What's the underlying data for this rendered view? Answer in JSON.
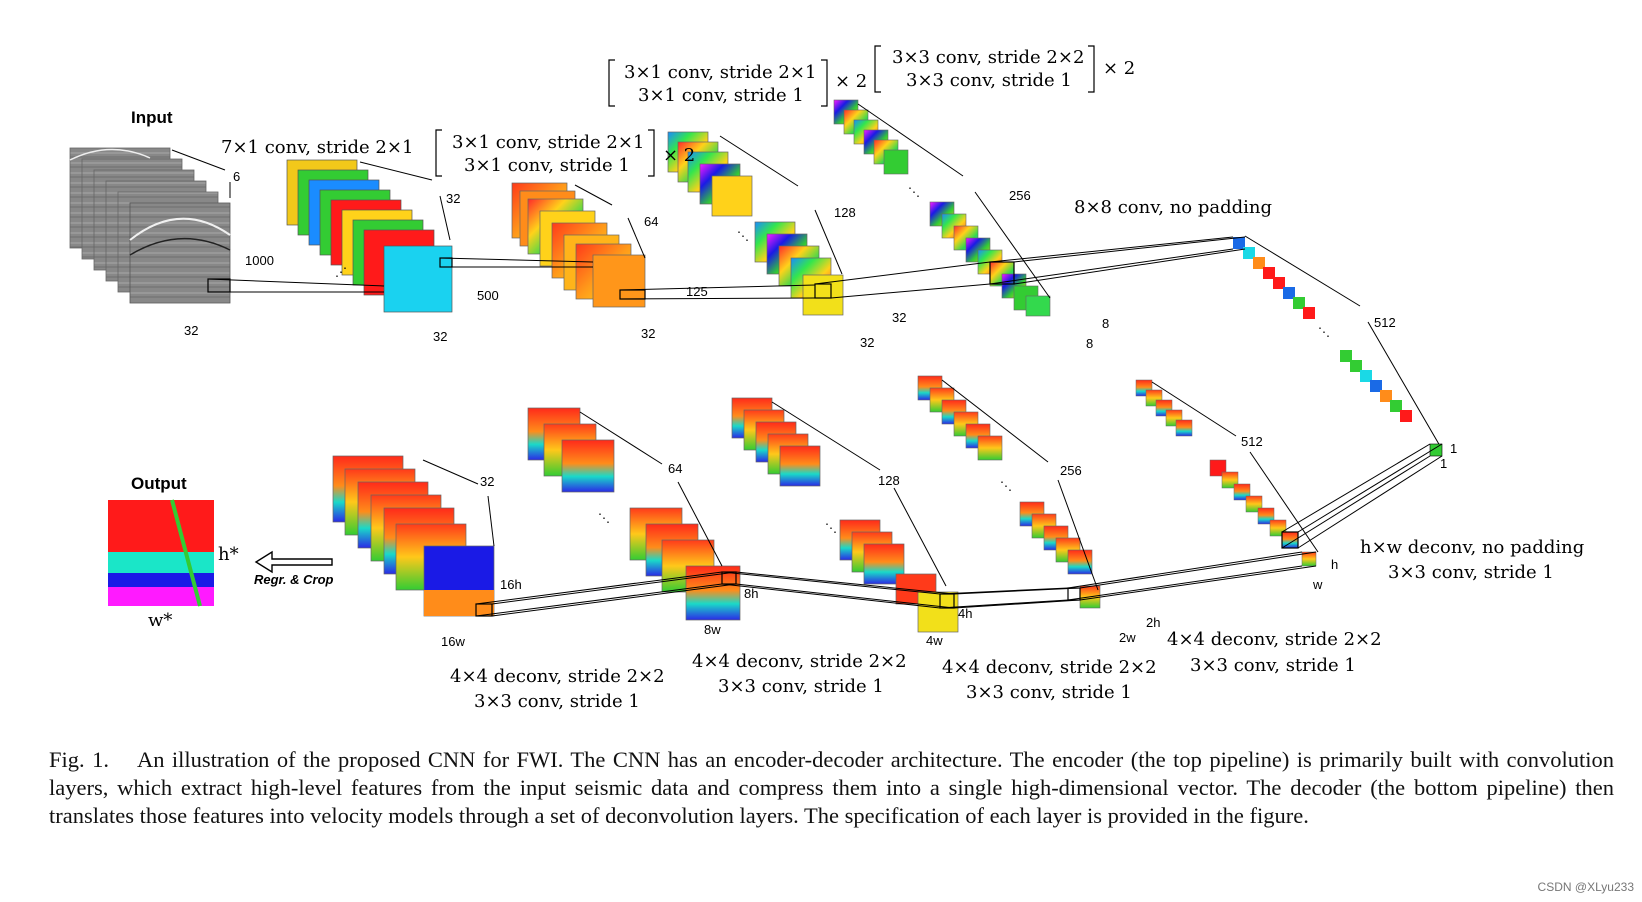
{
  "encoder": {
    "input_title": "Input",
    "input_dims": {
      "depth": "6",
      "height": "1000",
      "width": "32"
    },
    "layer1": {
      "spec": "7×1 conv, stride 2×1",
      "depth": "32",
      "height": "500",
      "width": "32"
    },
    "layer2": {
      "spec_line1": "3×1 conv, stride 2×1",
      "spec_line2": "3×1 conv, stride 1",
      "repeat": "× 2",
      "depth": "64",
      "height": "125",
      "width": "32"
    },
    "layer3": {
      "spec_line1": "3×1 conv, stride 2×1",
      "spec_line2": "3×1 conv, stride 1",
      "repeat": "× 2",
      "depth": "128",
      "height": "32",
      "width": "32"
    },
    "layer4": {
      "spec_line1": "3×3 conv, stride 2×2",
      "spec_line2": "3×3 conv, stride 1",
      "repeat": "× 2",
      "depth": "256",
      "height": "8",
      "width": "8"
    },
    "layer5": {
      "spec": "8×8 conv, no padding",
      "depth": "512"
    },
    "bottleneck": {
      "height": "1",
      "width": "1"
    }
  },
  "decoder": {
    "output_title": "Output",
    "output_h": "h*",
    "output_w": "w*",
    "regr_label": "Regr. & Crop",
    "d1": {
      "spec_line1": "h×w deconv, no padding",
      "spec_line2": "3×3 conv, stride 1",
      "depth": "512",
      "height": "h",
      "width": "w"
    },
    "d2": {
      "spec_line1": "4×4 deconv, stride 2×2",
      "spec_line2": "3×3 conv, stride 1",
      "depth": "256",
      "height": "2h",
      "width": "2w"
    },
    "d3": {
      "spec_line1": "4×4 deconv, stride 2×2",
      "spec_line2": "3×3 conv, stride 1",
      "depth": "128",
      "height": "4h",
      "width": "4w"
    },
    "d4": {
      "spec_line1": "4×4 deconv, stride 2×2",
      "spec_line2": "3×3 conv, stride 1",
      "depth": "64",
      "height": "8h",
      "width": "8w"
    },
    "d5": {
      "spec_line1": "4×4 deconv, stride 2×2",
      "spec_line2": "3×3 conv, stride 1",
      "depth": "32",
      "height": "16h",
      "width": "16w"
    }
  },
  "colors": {
    "seismic": "#8a8a8a",
    "red": "#ff1a1a",
    "orange": "#ff8c1a",
    "yellow": "#f2e01a",
    "green": "#33cc33",
    "cyan": "#1ad9e6",
    "blue": "#1a1ae6",
    "magenta": "#ff1aff",
    "teal": "#1ae6c8"
  },
  "caption": {
    "label": "Fig. 1.",
    "text": "An illustration of the proposed CNN for FWI. The CNN has an encoder-decoder architecture. The encoder (the top pipeline) is primarily built with convolution layers, which extract high-level features from the input seismic data and compress them into a single high-dimensional vector. The decoder (the bottom pipeline) then translates those features into velocity models through a set of deconvolution layers. The specification of each layer is provided in the figure."
  },
  "watermark": "CSDN @XLyu233"
}
